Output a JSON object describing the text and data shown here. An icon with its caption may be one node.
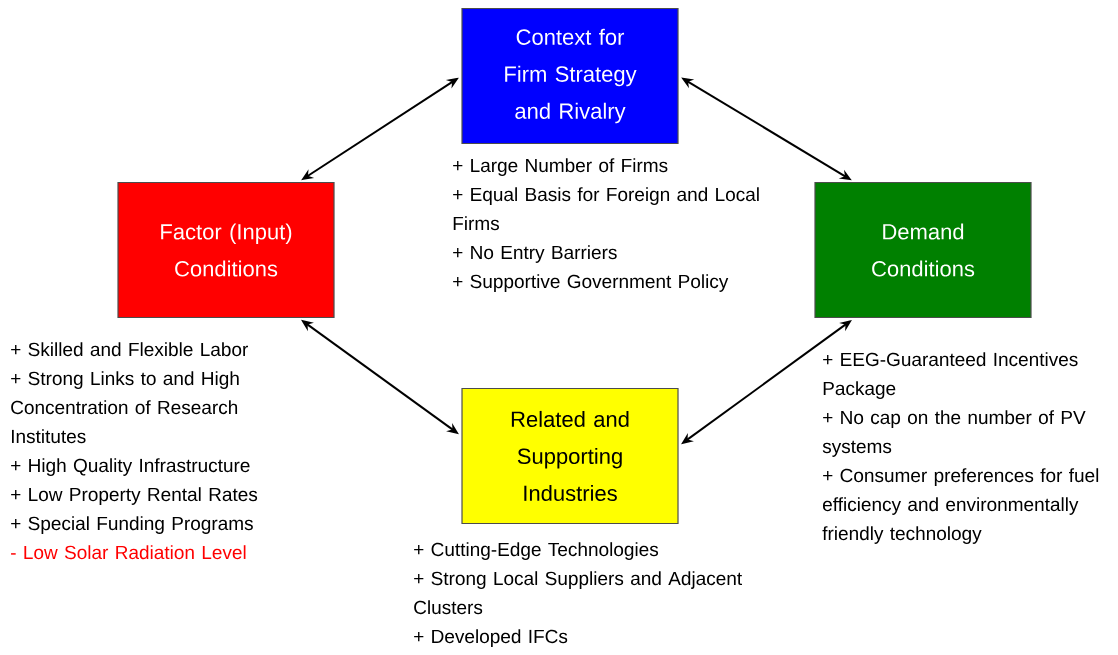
{
  "diagram": {
    "nodes": [
      {
        "text": [
          "Context for Firm Strategy and Rivalry"
        ],
        "beside": [
          "+ Large Number of Firms",
          "+ Equal Basis for Foreign and Local Firms",
          "+ No Entry Barriers",
          "+ Supportive Government Policy"
        ]
      },
      {
        "text": [
          "Factor (Input) Conditions"
        ],
        "beside": [
          "+ Skilled and Flexible Labor",
          "+ Strong Links to and High Concentration of Research Institutes",
          "+ High Quality Infrastructure",
          "+ Low Property Rental Rates",
          "+ Special Funding Programs",
          "- Low Solar Radiation Level"
        ]
      },
      {
        "text": [
          "Demand Conditions"
        ],
        "beside": [
          "+ EEG-Guaranteed Incentives Package",
          "+ No cap on the number of PV systems",
          "+ Consumer preferences for fuel efficiency and environmentally friendly technology"
        ]
      },
      {
        "text": [
          "Related and Supporting Industries"
        ],
        "beside": [
          "+ Cutting-Edge Technologies",
          "+ Strong Local Suppliers and Adjacent Clusters",
          "+ Developed IFCs"
        ]
      }
    ],
    "edges": [
      {
        "from": 1,
        "to": 0,
        "arrow": "both"
      },
      {
        "from": 0,
        "to": 2,
        "arrow": "both"
      },
      {
        "from": 1,
        "to": 3,
        "arrow": "both"
      },
      {
        "from": 2,
        "to": 3,
        "arrow": "both"
      }
    ]
  }
}
